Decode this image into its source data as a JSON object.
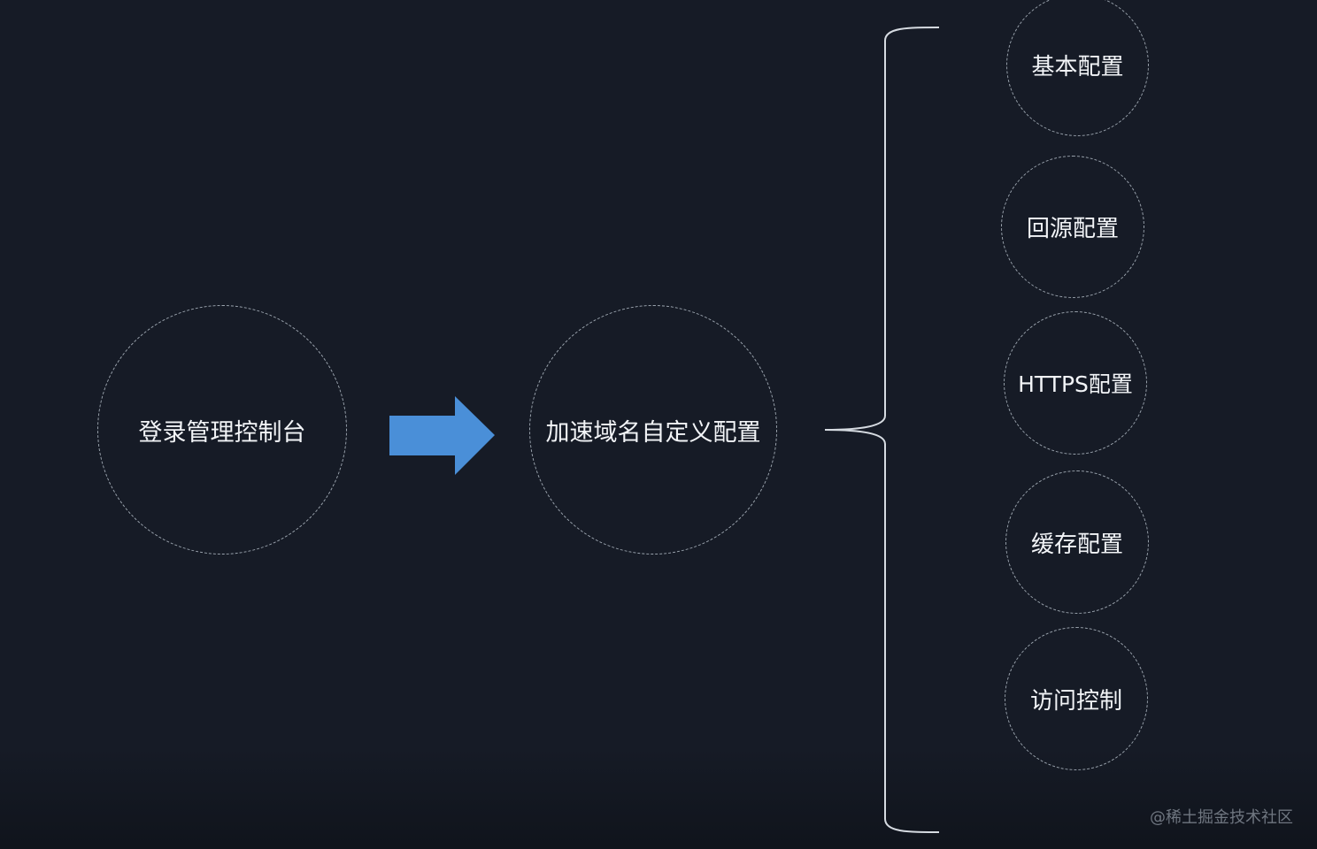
{
  "nodes": {
    "console": "登录管理控制台",
    "domain": "加速域名自定义配置",
    "basic": "基本配置",
    "origin": "回源配置",
    "https": "HTTPS配置",
    "cache": "缓存配置",
    "access": "访问控制"
  },
  "watermark": "@稀土掘金技术社区",
  "colors": {
    "background": "#161b26",
    "arrow": "#4a8fd8",
    "dashed_outline": "#9aa3ad",
    "brace": "#d6dbe1",
    "text": "#f2f4f7"
  }
}
